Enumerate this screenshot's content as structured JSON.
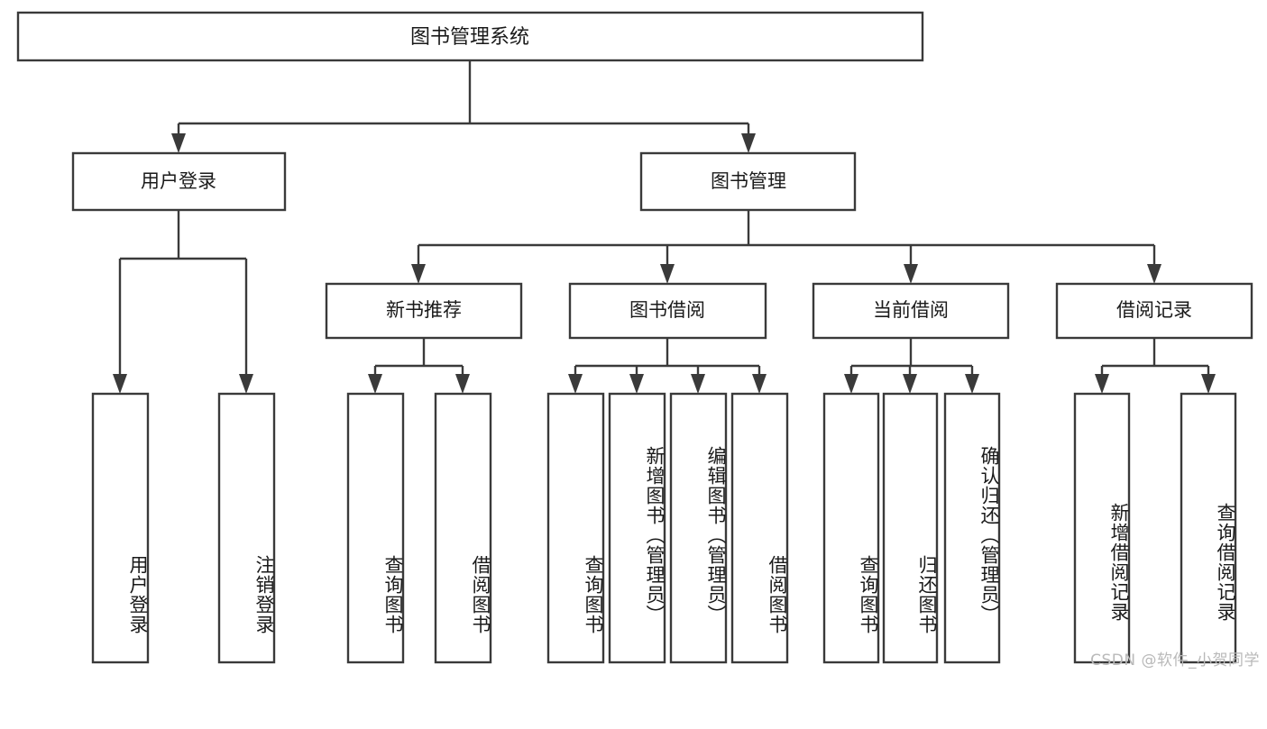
{
  "diagram": {
    "type": "tree",
    "title": "图书管理系统",
    "watermark": "CSDN @软件_小贺同学",
    "root": {
      "id": "root",
      "label": "图书管理系统",
      "orientation": "horizontal"
    },
    "level2": [
      {
        "id": "user-login",
        "label": "用户登录",
        "orientation": "horizontal"
      },
      {
        "id": "book-management",
        "label": "图书管理",
        "orientation": "horizontal"
      }
    ],
    "level3": [
      {
        "id": "new-book-recommend",
        "label": "新书推荐",
        "parent": "book-management",
        "orientation": "horizontal"
      },
      {
        "id": "book-borrow",
        "label": "图书借阅",
        "parent": "book-management",
        "orientation": "horizontal"
      },
      {
        "id": "current-borrow",
        "label": "当前借阅",
        "parent": "book-management",
        "orientation": "horizontal"
      },
      {
        "id": "borrow-record",
        "label": "借阅记录",
        "parent": "book-management",
        "orientation": "horizontal"
      }
    ],
    "leaves": [
      {
        "id": "leaf-user-login",
        "label": "用户登录",
        "parent": "user-login",
        "orientation": "vertical"
      },
      {
        "id": "leaf-logout-login",
        "label": "注销登录",
        "parent": "user-login",
        "orientation": "vertical"
      },
      {
        "id": "leaf-query-book-1",
        "label": "查询图书",
        "parent": "new-book-recommend",
        "orientation": "vertical"
      },
      {
        "id": "leaf-borrow-book-1",
        "label": "借阅图书",
        "parent": "new-book-recommend",
        "orientation": "vertical"
      },
      {
        "id": "leaf-query-book-2",
        "label": "查询图书",
        "parent": "book-borrow",
        "orientation": "vertical"
      },
      {
        "id": "leaf-add-book",
        "label": "新增图书（管理员）",
        "parent": "book-borrow",
        "orientation": "vertical"
      },
      {
        "id": "leaf-edit-book",
        "label": "编辑图书（管理员）",
        "parent": "book-borrow",
        "orientation": "vertical"
      },
      {
        "id": "leaf-borrow-book-2",
        "label": "借阅图书",
        "parent": "book-borrow",
        "orientation": "vertical"
      },
      {
        "id": "leaf-query-book-3",
        "label": "查询图书",
        "parent": "current-borrow",
        "orientation": "vertical"
      },
      {
        "id": "leaf-return-book",
        "label": "归还图书",
        "parent": "current-borrow",
        "orientation": "vertical"
      },
      {
        "id": "leaf-confirm-return",
        "label": "确认归还（管理员）",
        "parent": "current-borrow",
        "orientation": "vertical"
      },
      {
        "id": "leaf-add-record",
        "label": "新增借阅记录",
        "parent": "borrow-record",
        "orientation": "vertical"
      },
      {
        "id": "leaf-query-record",
        "label": "查询借阅记录",
        "parent": "borrow-record",
        "orientation": "vertical"
      }
    ],
    "colors": {
      "stroke": "#3a3a3a",
      "fill": "#ffffff",
      "text": "#1a1a1a",
      "watermark": "#b9b9b9"
    }
  }
}
